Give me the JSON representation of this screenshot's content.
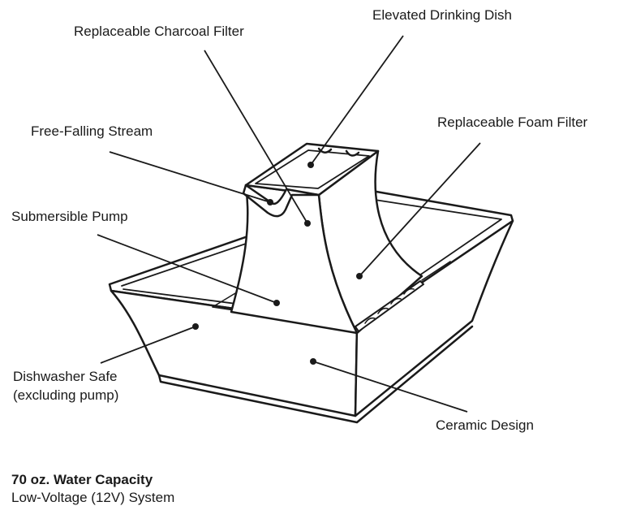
{
  "callouts": {
    "charcoal_filter": "Replaceable Charcoal Filter",
    "drinking_dish": "Elevated Drinking Dish",
    "free_falling": "Free-Falling Stream",
    "foam_filter": "Replaceable Foam Filter",
    "pump": "Submersible Pump",
    "dishwasher_line1": "Dishwasher Safe",
    "dishwasher_line2": "(excluding pump)",
    "ceramic": "Ceramic Design"
  },
  "specs": {
    "capacity": "70 oz. Water Capacity",
    "voltage": "Low-Voltage (12V) System"
  }
}
